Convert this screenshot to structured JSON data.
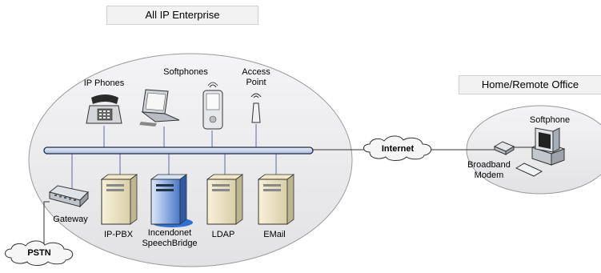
{
  "enterprise": {
    "title": "All IP Enterprise",
    "devices": {
      "ip_phones": "IP Phones",
      "softphones": "Softphones",
      "access_point_line1": "Access",
      "access_point_line2": "Point",
      "gateway": "Gateway",
      "ip_pbx": "IP-PBX",
      "speechbridge_line1": "Incendonet",
      "speechbridge_line2": "SpeechBridge",
      "ldap": "LDAP",
      "email": "EMail"
    }
  },
  "remote": {
    "title": "Home/Remote Office",
    "softphone": "Softphone",
    "modem_line1": "Broadband",
    "modem_line2": "Modem"
  },
  "clouds": {
    "internet": "Internet",
    "pstn": "PSTN"
  },
  "colors": {
    "ellipse_fill": "#e8e8ea",
    "ellipse_stroke": "#9a9a9a",
    "bus_fill": "#c9d6ea",
    "bus_stroke": "#1c2a4a",
    "line": "#5a6aa0",
    "server_highlight": "#2f6fd6"
  }
}
